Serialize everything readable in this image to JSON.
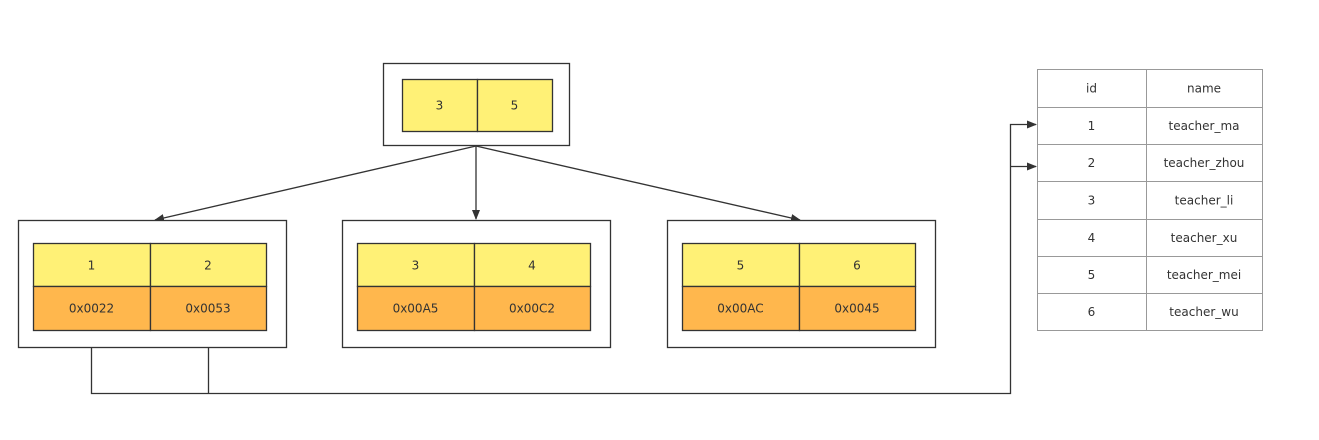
{
  "colors": {
    "key": "#fff176",
    "pointer": "#ffb74d",
    "line": "#333333",
    "border": "#999999"
  },
  "root_node": {
    "keys": [
      "3",
      "5"
    ]
  },
  "leaf_nodes": [
    {
      "keys": [
        "1",
        "2"
      ],
      "pointers": [
        "0x0022",
        "0x0053"
      ]
    },
    {
      "keys": [
        "3",
        "4"
      ],
      "pointers": [
        "0x00A5",
        "0x00C2"
      ]
    },
    {
      "keys": [
        "5",
        "6"
      ],
      "pointers": [
        "0x00AC",
        "0x0045"
      ]
    }
  ],
  "table": {
    "headers": [
      "id",
      "name"
    ],
    "rows": [
      [
        "1",
        "teacher_ma"
      ],
      [
        "2",
        "teacher_zhou"
      ],
      [
        "3",
        "teacher_li"
      ],
      [
        "4",
        "teacher_xu"
      ],
      [
        "5",
        "teacher_mei"
      ],
      [
        "6",
        "teacher_wu"
      ]
    ]
  }
}
